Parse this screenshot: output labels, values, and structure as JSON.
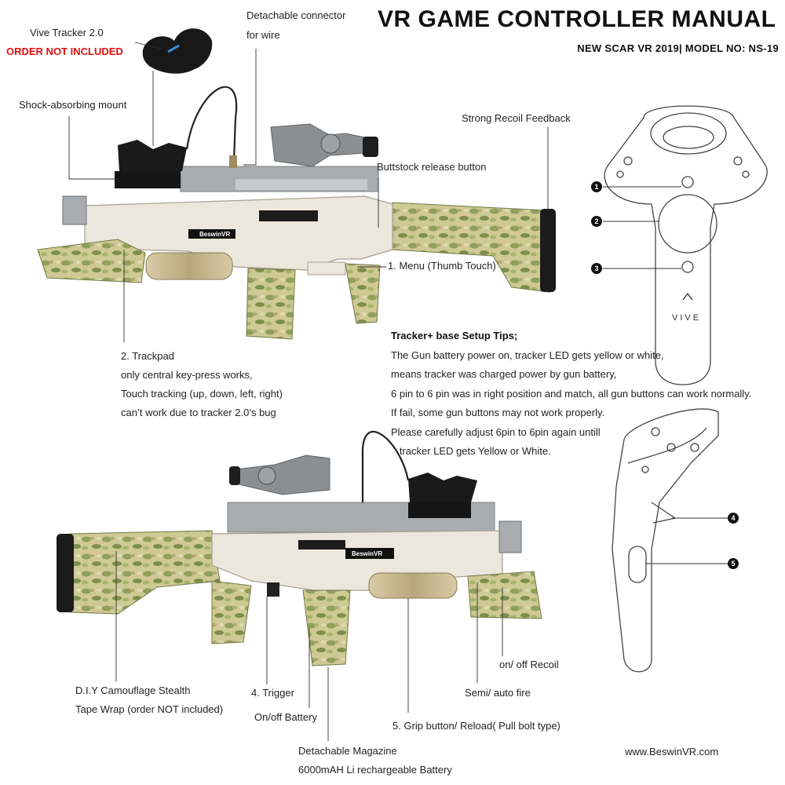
{
  "header": {
    "title": "VR GAME CONTROLLER MANUAL",
    "subtitle": "NEW SCAR VR 2019| MODEL NO: NS-19"
  },
  "top_callouts": {
    "tracker_name": "Vive Tracker 2.0",
    "tracker_warning": "ORDER NOT INCLUDED",
    "connector_line1": "Detachable connector",
    "connector_line2": "for wire",
    "mount": "Shock-absorbing mount",
    "recoil_feedback": "Strong Recoil Feedback",
    "buttstock_release": "Buttstock release button",
    "menu": "1. Menu (Thumb Touch)",
    "trackpad_lines": [
      "2. Trackpad",
      "only central key-press works,",
      "Touch tracking (up, down, left, right)",
      "can’t work due to tracker 2.0’s bug"
    ]
  },
  "tips": {
    "heading": "Tracker+ base Setup Tips;",
    "lines": [
      "The Gun battery power on, tracker LED gets yellow or white,",
      "means tracker was charged power by gun battery,",
      "6 pin to 6 pin was in right position and match, all gun buttons can work normally.",
      "If fail, some gun buttons may not work properly.",
      "Please carefully adjust 6pin to 6pin again untill",
      "   tracker LED gets Yellow or White."
    ]
  },
  "bottom_callouts": {
    "camo_line1": "D.I.Y Camouflage Stealth",
    "camo_line2": "Tape Wrap (order NOT included)",
    "trigger": "4. Trigger",
    "battery_switch": "On/off Battery",
    "magazine_line1": "Detachable Magazine",
    "magazine_line2": "6000mAH Li rechargeable Battery",
    "grip": "5. Grip button/ Reload( Pull bolt type)",
    "semi_auto": "Semi/ auto fire",
    "recoil_switch": "on/ off Recoil",
    "website": "www.BeswinVR.com"
  },
  "vive_controller": {
    "logo_text": "VIVE",
    "markers": [
      "1",
      "2",
      "3",
      "4",
      "5"
    ]
  },
  "gun_brand": "BeswinVR",
  "colors": {
    "warning_red": "#e01010",
    "camo_light": "#c9c48a",
    "camo_green": "#8a9a55",
    "gun_body": "#ebe6db",
    "rail_grey": "#a9acae"
  }
}
